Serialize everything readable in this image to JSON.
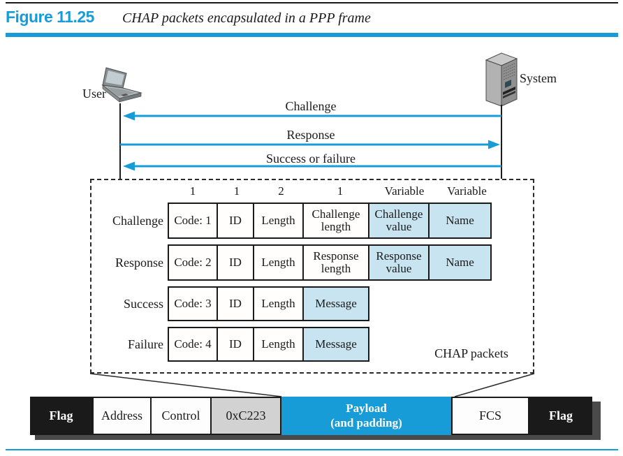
{
  "figure": {
    "label": "Figure 11.25",
    "caption": "CHAP packets encapsulated in a PPP frame"
  },
  "colors": {
    "accent_blue": "#189cd8",
    "cell_blue": "#c8e4f1",
    "field_gray": "#d2d2d2",
    "line_black": "#1a1a1a",
    "shadow_gray": "#4a4a4a"
  },
  "timeline": {
    "user_label": "User",
    "system_label": "System",
    "user_icon": "laptop-icon",
    "system_icon": "server-tower-icon",
    "messages": [
      {
        "label": "Challenge",
        "direction": "system-to-user"
      },
      {
        "label": "Response",
        "direction": "user-to-system"
      },
      {
        "label": "Success or failure",
        "direction": "system-to-user"
      }
    ]
  },
  "chap_packets": {
    "caption": "CHAP packets",
    "size_headers": [
      "1",
      "1",
      "2",
      "1",
      "Variable",
      "Variable"
    ],
    "rows": [
      {
        "label": "Challenge",
        "cells": [
          "Code: 1",
          "ID",
          "Length",
          "Challenge length",
          "Challenge value",
          "Name"
        ],
        "shaded_from": 4
      },
      {
        "label": "Response",
        "cells": [
          "Code: 2",
          "ID",
          "Length",
          "Response length",
          "Response value",
          "Name"
        ],
        "shaded_from": 4
      },
      {
        "label": "Success",
        "cells": [
          "Code: 3",
          "ID",
          "Length",
          "Message"
        ],
        "shaded_from": 3
      },
      {
        "label": "Failure",
        "cells": [
          "Code: 4",
          "ID",
          "Length",
          "Message"
        ],
        "shaded_from": 3
      }
    ]
  },
  "ppp_frame": {
    "fields": [
      {
        "text": "Flag",
        "style": "black"
      },
      {
        "text": "Address",
        "style": "white"
      },
      {
        "text": "Control",
        "style": "white"
      },
      {
        "text": "0xC223",
        "style": "gray"
      },
      {
        "line1": "Payload",
        "line2": "(and padding)",
        "style": "blue"
      },
      {
        "text": "FCS",
        "style": "white"
      },
      {
        "text": "Flag",
        "style": "black"
      }
    ]
  }
}
